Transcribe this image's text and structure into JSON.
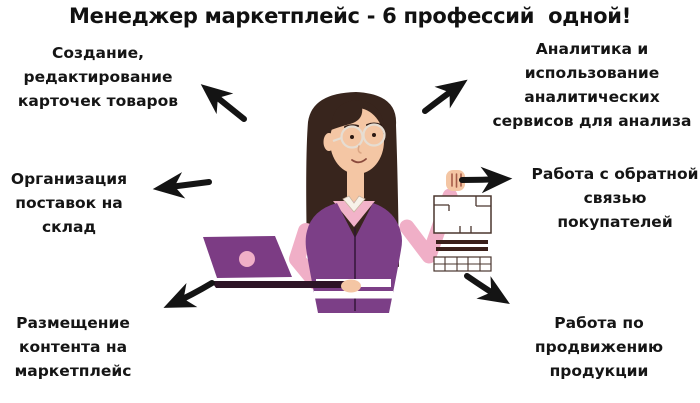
{
  "title": "Менеджер маркетплейс - 6 профессий  одной!",
  "roles": {
    "top_left": "Создание,\nредактирование\nкарточек товаров",
    "top_right": "Аналитика и\nиспользование\nаналитических\nсервисов для анализа",
    "mid_left": "Организация\nпоставок на\nсклад",
    "mid_right": "Работа с обратной\nсвязью\nпокупателей",
    "bottom_left": "Размещение\nконтента на\nмаркетплейс",
    "bottom_right": "Работа по\nпродвижению\nпродукции"
  },
  "colors": {
    "background": "#ffffff",
    "text": "#151515",
    "arrow": "#141414",
    "vest_purple": "#7c3f87",
    "sleeve_pink": "#f0afc7",
    "chest_pink": "#f2b3c9",
    "skin": "#f4c6a4",
    "hair_brown": "#38251d",
    "laptop_purple": "#7c3c84",
    "laptop_logo_pink": "#f0afc7",
    "laptop_base": "#2d1426",
    "document_line": "#4a362e",
    "document_bar": "#3a1f1a"
  },
  "illustration": {
    "name": "marketplace-manager-woman-with-laptop-and-documents"
  }
}
